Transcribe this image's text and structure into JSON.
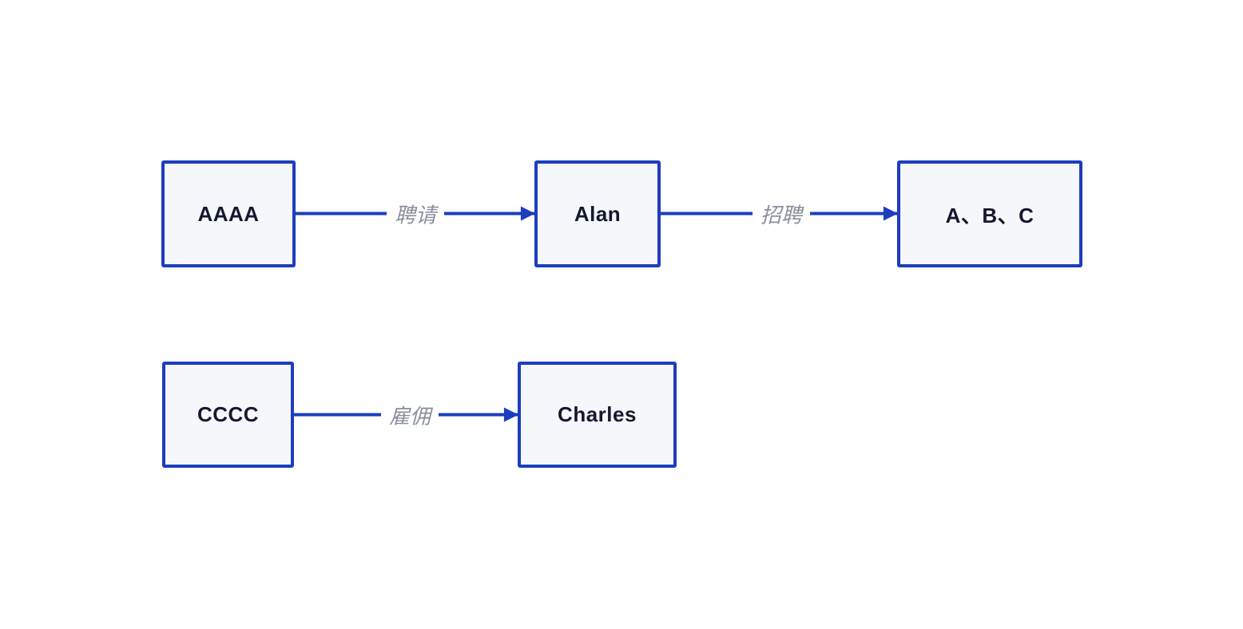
{
  "diagram": {
    "nodes": [
      {
        "id": "aaaa",
        "label": "AAAA"
      },
      {
        "id": "alan",
        "label": "Alan"
      },
      {
        "id": "abc",
        "label": "A、B、C"
      },
      {
        "id": "cccc",
        "label": "CCCC"
      },
      {
        "id": "charles",
        "label": "Charles"
      }
    ],
    "edges": [
      {
        "from": "aaaa",
        "to": "alan",
        "label": "聘请"
      },
      {
        "from": "alan",
        "to": "abc",
        "label": "招聘"
      },
      {
        "from": "cccc",
        "to": "charles",
        "label": "雇佣"
      }
    ],
    "colors": {
      "background": "#ffffff",
      "node_border": "#1c3dbe",
      "node_fill": "#f5f7fb",
      "node_text": "#14182f",
      "edge_line": "#1c3dbe",
      "edge_label": "#8a8f9b"
    }
  }
}
